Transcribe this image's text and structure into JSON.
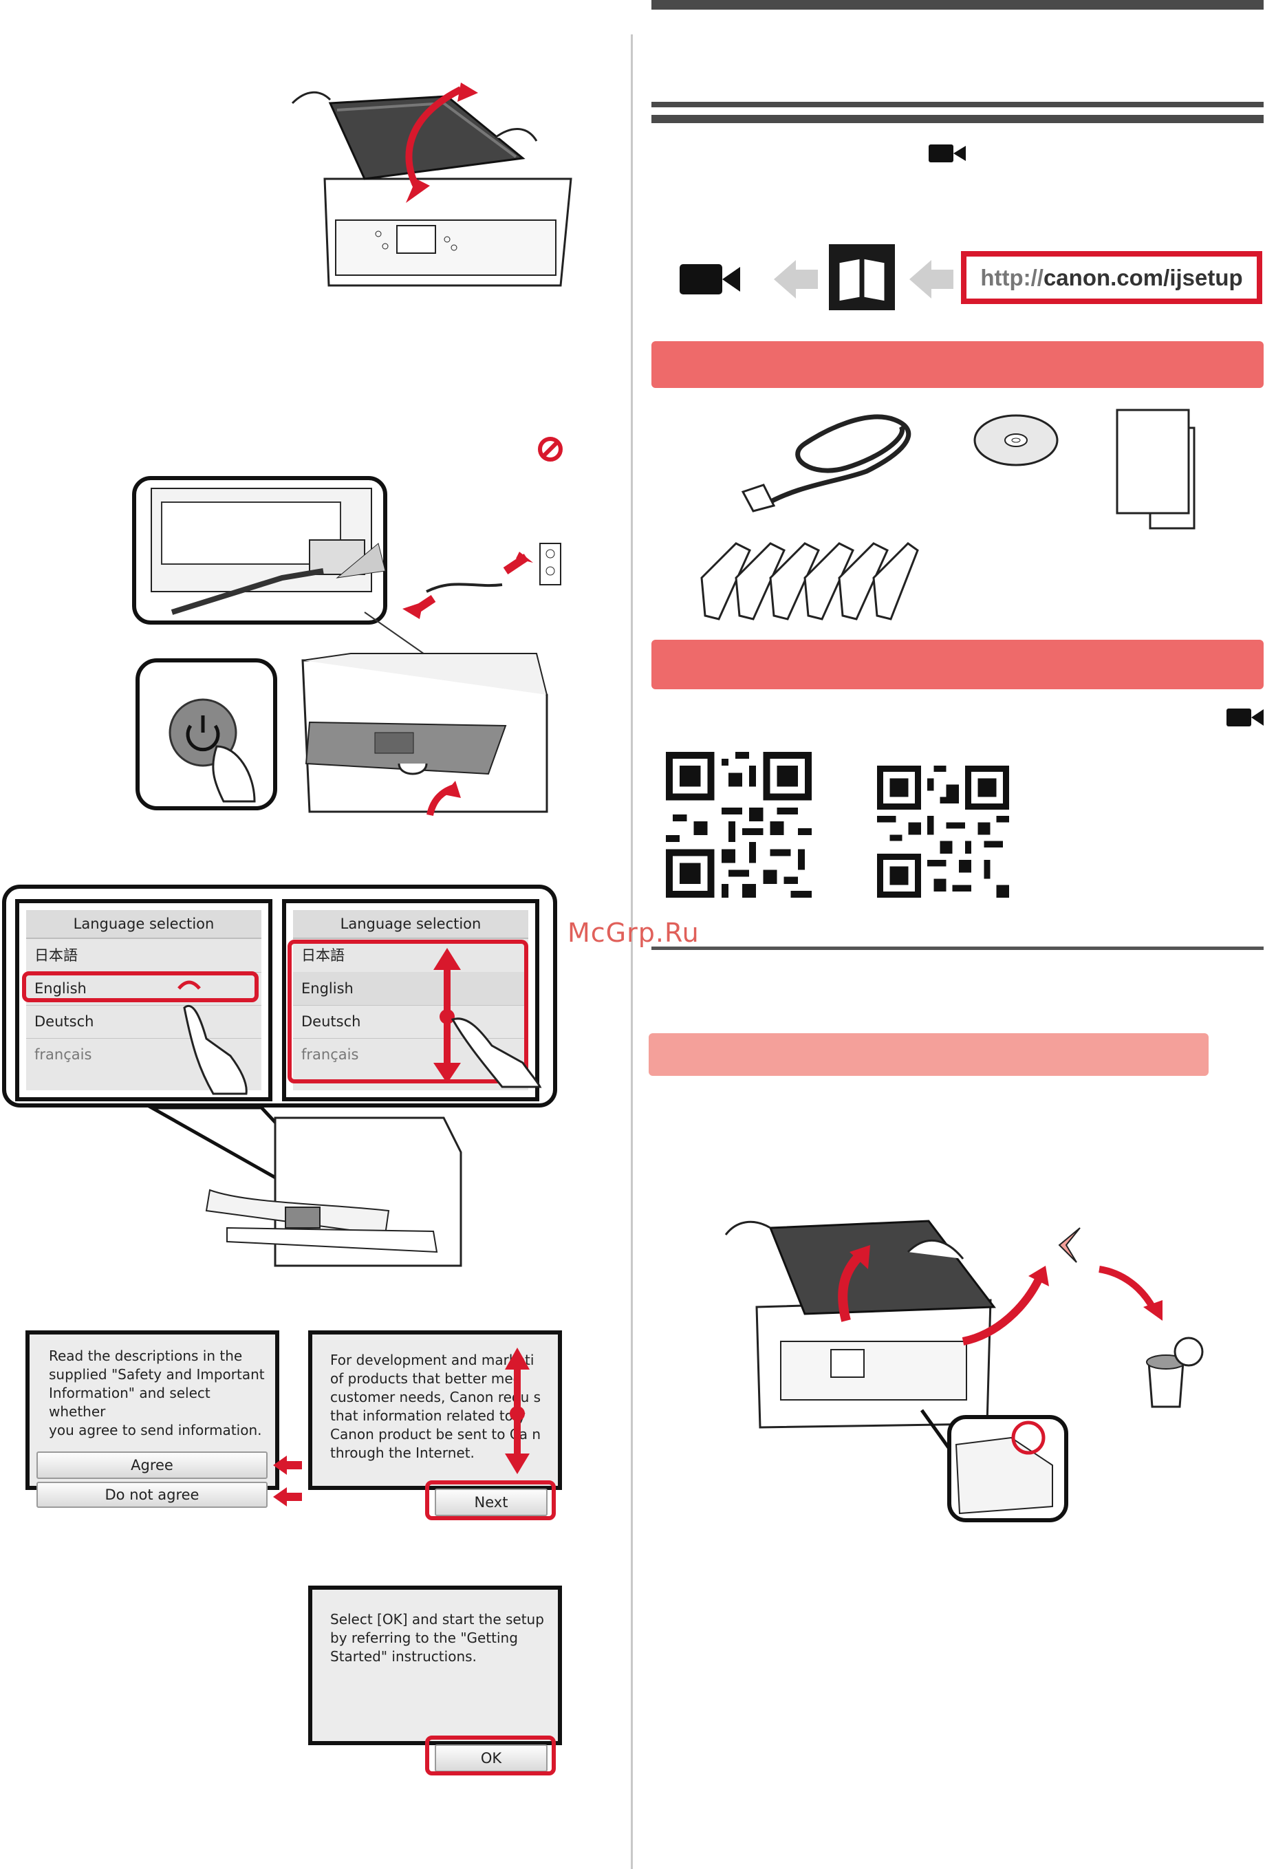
{
  "url": {
    "prefix": "http://",
    "main": "canon.com/ijsetup"
  },
  "watermark": "McGrp.Ru",
  "language_screen_left": {
    "title": "Language selection",
    "items": [
      "日本語",
      "English",
      "Deutsch",
      "français"
    ]
  },
  "language_screen_right": {
    "title": "Language selection",
    "items": [
      "日本語",
      "English",
      "Deutsch",
      "français"
    ]
  },
  "consent_screen": {
    "text": "Read the descriptions in the\nsupplied \"Safety and Important\nInformation\" and select whether\nyou agree to send information.",
    "agree_label": "Agree",
    "disagree_label": "Do not agree"
  },
  "info_screen": {
    "text": "For development and marketi\nof products that better mee\ncustomer needs, Canon requ s\nthat information related to y\nCanon product be sent to Ca n\nthrough the Internet.",
    "next_label": "Next"
  },
  "ok_screen": {
    "text": "Select [OK] and start the setup\nby referring to the \"Getting\nStarted\" instructions.",
    "ok_label": "OK"
  },
  "colors": {
    "accent_red": "#d8182c",
    "band_red": "#ee6a6a",
    "band_light": "#f4a09a",
    "dark_bar": "#4a4a4a"
  },
  "icons": [
    "video-camera-icon",
    "manual-book-icon",
    "no-entry-icon",
    "power-icon",
    "cd-rom-icon",
    "trash-can-icon"
  ]
}
